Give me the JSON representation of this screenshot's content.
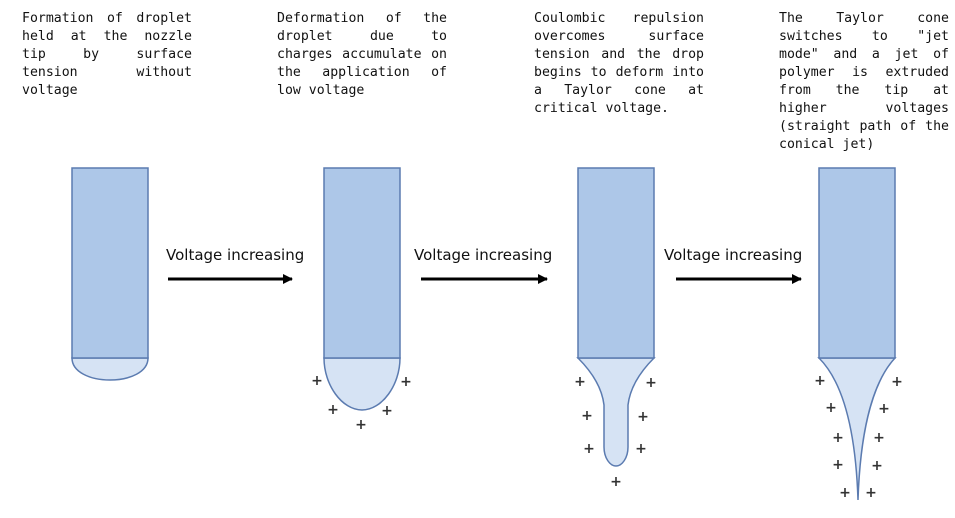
{
  "stages": [
    {
      "caption": "Formation of droplet held at the nozzle tip by surface tension without voltage"
    },
    {
      "caption": "Deformation of the droplet due to charges accumulate on the application of low voltage"
    },
    {
      "caption": "Coulombic repulsion overcomes surface tension and the drop begins to deform into a Taylor cone at critical voltage."
    },
    {
      "caption": "The Taylor cone switches to \"jet mode\" and a jet of polymer is extruded from the tip at higher voltages (straight path of the conical jet)"
    }
  ],
  "arrows": [
    {
      "label": "Voltage increasing"
    },
    {
      "label": "Voltage increasing"
    },
    {
      "label": "Voltage increasing"
    }
  ],
  "charge_symbol": "+",
  "colors": {
    "nozzle_fill": "#adc7e8",
    "nozzle_stroke": "#5b7bb0",
    "droplet_fill": "#d6e3f4",
    "arrow": "#000000",
    "charge": "#333333"
  }
}
